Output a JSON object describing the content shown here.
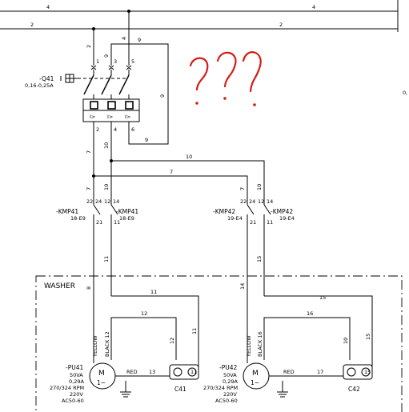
{
  "top_rail": {
    "wire_a": "4",
    "wire_a2": "4",
    "wire_b": "2",
    "wire_b2": "2"
  },
  "breaker": {
    "tag": "-Q41",
    "range": "0,16-0,25A",
    "terminals_in": [
      "1",
      "3",
      "5"
    ],
    "terminals_out": [
      "2",
      "4",
      "6"
    ],
    "trip_symbol": "I>",
    "wires_in": [
      "2",
      "9",
      "4"
    ],
    "aux_wire": "9"
  },
  "wires": {
    "w2": "2",
    "w4": "4",
    "w9a": "9",
    "w9b": "9",
    "w9c": "9",
    "w7": "7",
    "w10": "10",
    "h10": "10",
    "h7": "7",
    "w7b": "7",
    "w10b": "10",
    "w7c": "7",
    "w10c": "10",
    "w11": "11",
    "w15": "15",
    "w8": "8",
    "w14": "14",
    "h11": "11",
    "h15": "15",
    "h12": "12",
    "h16": "16",
    "v12": "12",
    "v10": "10",
    "v11": "11",
    "v15": "15",
    "h13": "13",
    "h17": "17"
  },
  "contactor1": {
    "tag_left": "-KMP41",
    "ref_left": "18-E9",
    "tag_right": "-KMP41",
    "ref_right": "18-E9",
    "pins_top": [
      "22",
      "24",
      "12",
      "14"
    ],
    "pins_bottom": [
      "21",
      "11"
    ]
  },
  "contactor2": {
    "tag_left": "-KMP42",
    "ref_left": "19-E4",
    "tag_right": "-KMP42",
    "ref_right": "19-E4",
    "pins_top": [
      "22",
      "24",
      "12",
      "14"
    ],
    "pins_bottom": [
      "21",
      "11"
    ]
  },
  "washer": {
    "title": "WASHER"
  },
  "motor1": {
    "tag": "-PU41",
    "power": "50VA",
    "current": "0,29A",
    "rpm": "270/324 RPM",
    "voltage": "220V",
    "freq": "AC50-60",
    "yellow": "YELLOW",
    "black": "BLACK 12",
    "red": "RED",
    "m": "M",
    "phase": "1~",
    "cap": "C41",
    "cap_pin": "11"
  },
  "motor2": {
    "tag": "-PU42",
    "power": "50VA",
    "current": "0,29A",
    "rpm": "270/324 RPM",
    "voltage": "220V",
    "freq": "AC50-60",
    "yellow": "YELLOW",
    "black": "BLACK 16",
    "red": "RED",
    "m": "M",
    "phase": "1~",
    "cap": "C42",
    "cap_pin": "15"
  },
  "edge_text": "0,",
  "annotation": {
    "text": "???",
    "color": "#d41c14"
  }
}
